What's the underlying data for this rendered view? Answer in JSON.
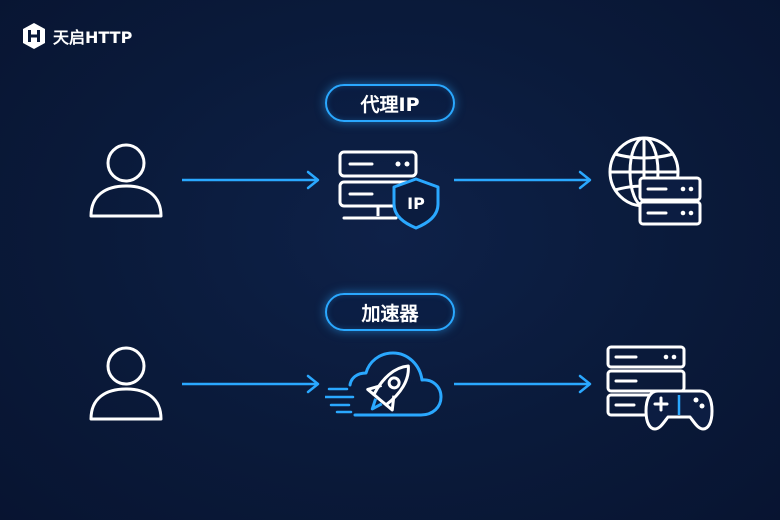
{
  "brand": {
    "name": "天启HTTP",
    "icon": "logo-h-icon"
  },
  "colors": {
    "background": "#0a1a3a",
    "accent": "#2aa8ff",
    "icon_stroke": "#ffffff"
  },
  "flows": [
    {
      "label": "代理IP",
      "source_icon": "user-icon",
      "middle_icon": "server-shield-ip-icon",
      "middle_badge": "IP",
      "target_icon": "globe-server-icon"
    },
    {
      "label": "加速器",
      "source_icon": "user-icon",
      "middle_icon": "rocket-cloud-icon",
      "target_icon": "server-gamepad-icon"
    }
  ]
}
